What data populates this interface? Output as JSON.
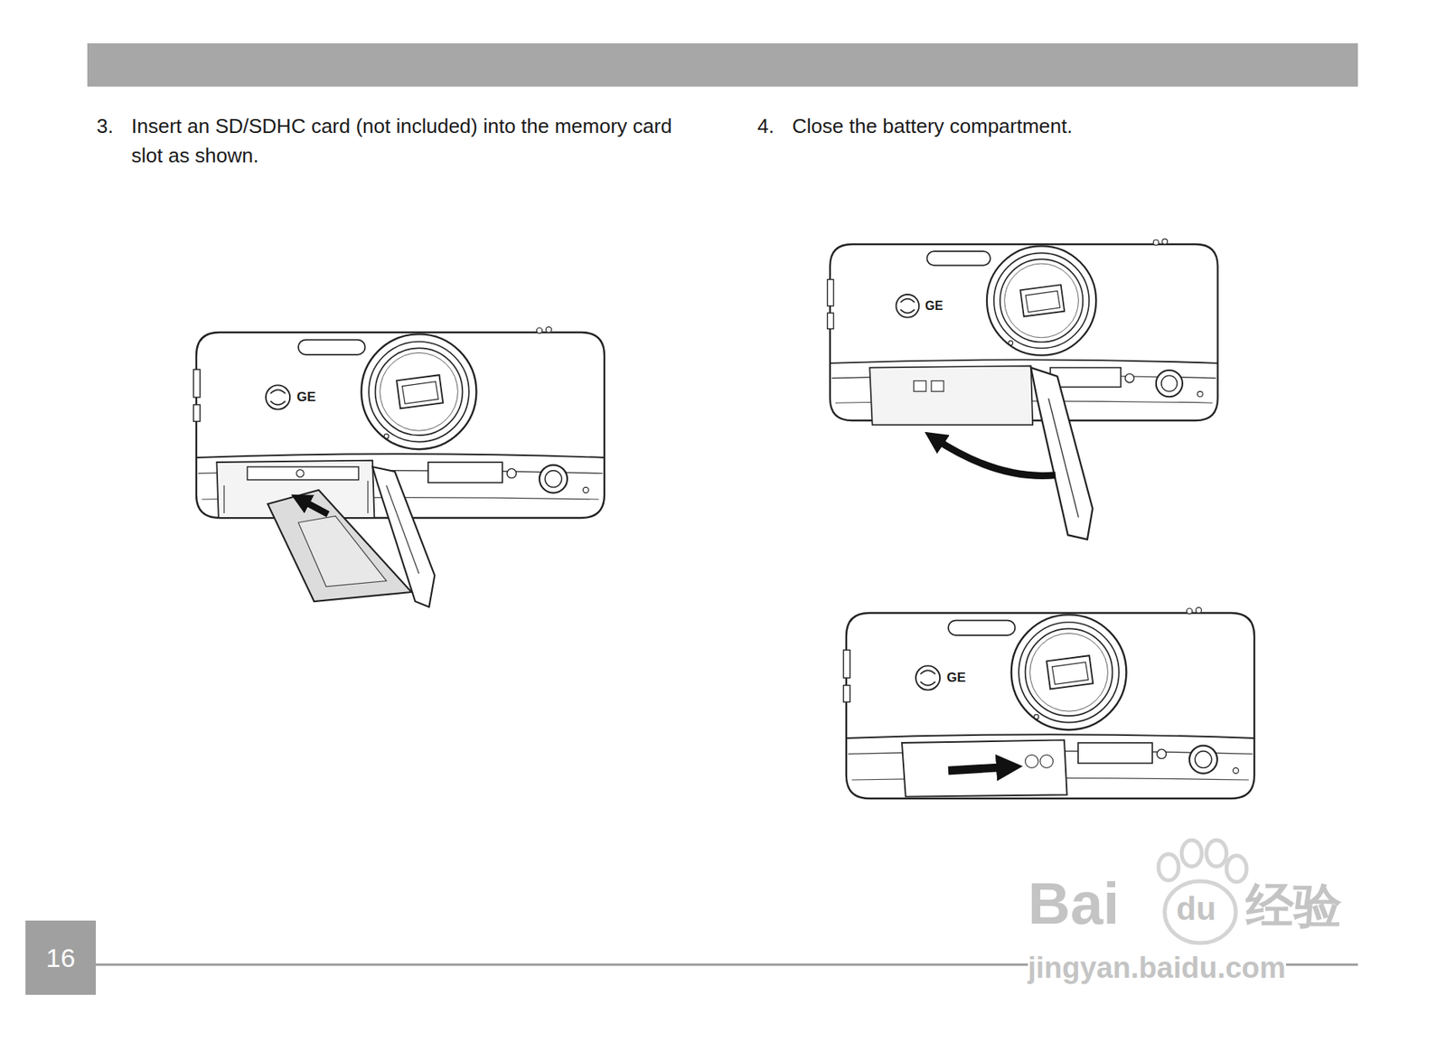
{
  "diagram": {
    "nodes": [
      {
        "text": [
          "16"
        ]
      }
    ],
    "edges": [],
    "labels": [
      "3.",
      "Insert an SD/SDHC card (not included) into the memory card slot as shown.",
      "4.",
      "Close the battery compartment.",
      "GE",
      "GE",
      "GE",
      "Bai",
      "du",
      "经验",
      "jingyan.baidu.com"
    ]
  }
}
